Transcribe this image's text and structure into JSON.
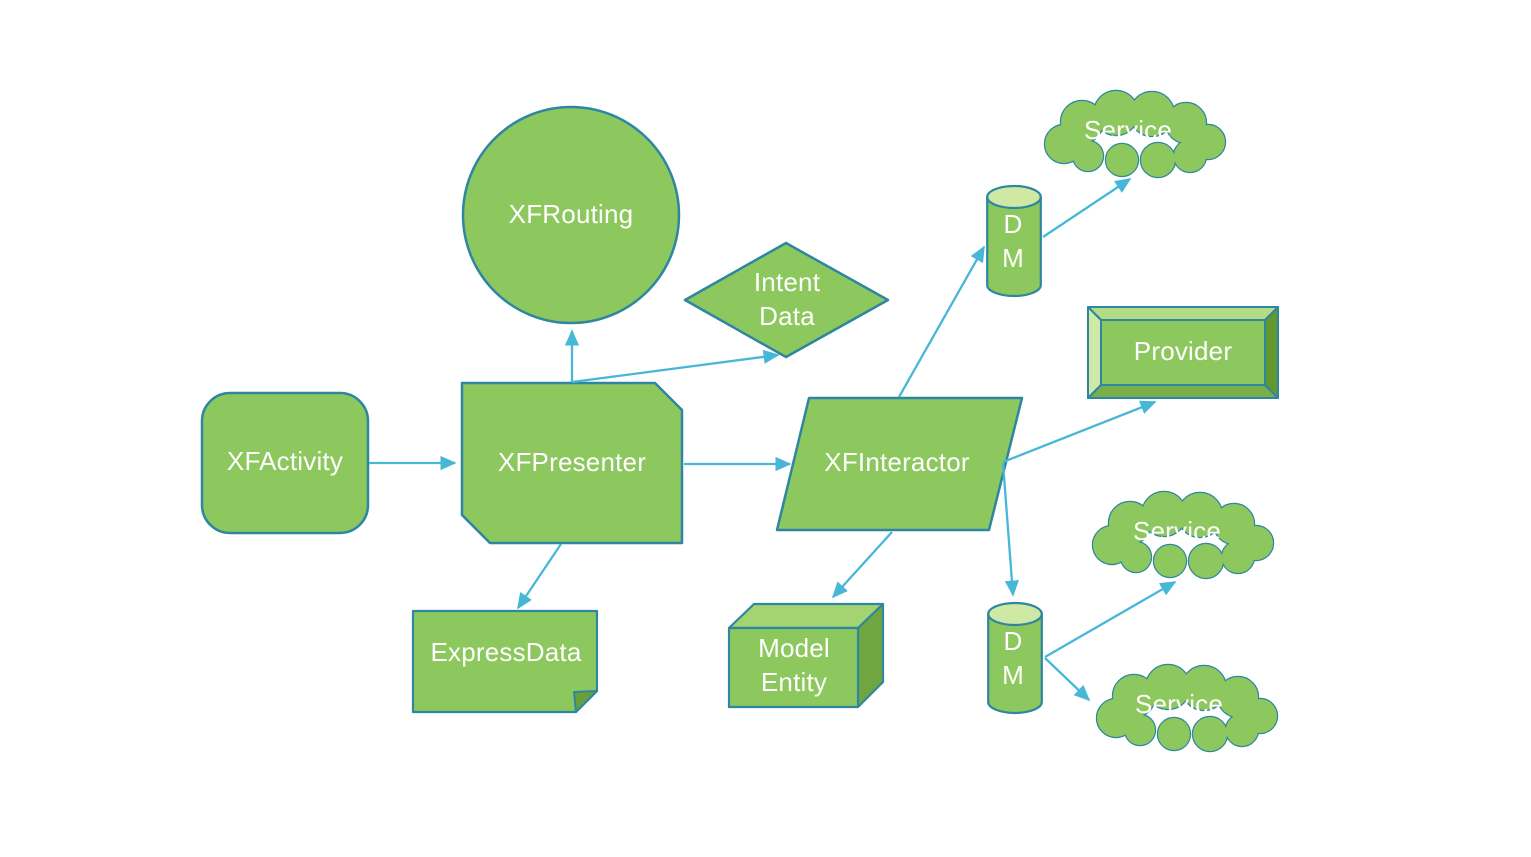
{
  "diagram": {
    "background": "#ffffff",
    "colors": {
      "node_fill": "#8dc85f",
      "node_fill_light": "#cfe9a5",
      "node_fill_top_face": "#a3d471",
      "node_fill_dark_face": "#6fa640",
      "node_border": "#2e86a0",
      "connector": "#47b7d8",
      "label_text": "#ffffff"
    },
    "nodes": {
      "xfactivity": {
        "label": "XFActivity",
        "shape": "rounded-rectangle"
      },
      "xfpresenter": {
        "label": "XFPresenter",
        "shape": "rectangle-cut-corners"
      },
      "xfrouting": {
        "label": "XFRouting",
        "shape": "circle"
      },
      "intent_data": {
        "label": "Intent\nData",
        "shape": "diamond"
      },
      "xfinteractor": {
        "label": "XFInteractor",
        "shape": "parallelogram"
      },
      "expressdata": {
        "label": "ExpressData",
        "shape": "folded-note"
      },
      "model_entity": {
        "label": "Model\nEntity",
        "shape": "cube"
      },
      "dm_top": {
        "label": "D\nM",
        "shape": "cylinder"
      },
      "dm_bottom": {
        "label": "D\nM",
        "shape": "cylinder"
      },
      "provider": {
        "label": "Provider",
        "shape": "bevel-rectangle"
      },
      "service_top": {
        "label": "Service",
        "shape": "cloud"
      },
      "service_middle": {
        "label": "Service",
        "shape": "cloud"
      },
      "service_bottom": {
        "label": "Service",
        "shape": "cloud"
      }
    },
    "edges": [
      {
        "from": "xfactivity",
        "to": "xfpresenter"
      },
      {
        "from": "xfpresenter",
        "to": "xfrouting"
      },
      {
        "from": "xfpresenter",
        "to": "intent_data"
      },
      {
        "from": "xfpresenter",
        "to": "xfinteractor"
      },
      {
        "from": "xfpresenter",
        "to": "expressdata"
      },
      {
        "from": "xfinteractor",
        "to": "dm_top"
      },
      {
        "from": "dm_top",
        "to": "service_top"
      },
      {
        "from": "xfinteractor",
        "to": "provider"
      },
      {
        "from": "xfinteractor",
        "to": "model_entity"
      },
      {
        "from": "xfinteractor",
        "to": "dm_bottom"
      },
      {
        "from": "dm_bottom",
        "to": "service_middle"
      },
      {
        "from": "dm_bottom",
        "to": "service_bottom"
      }
    ]
  }
}
